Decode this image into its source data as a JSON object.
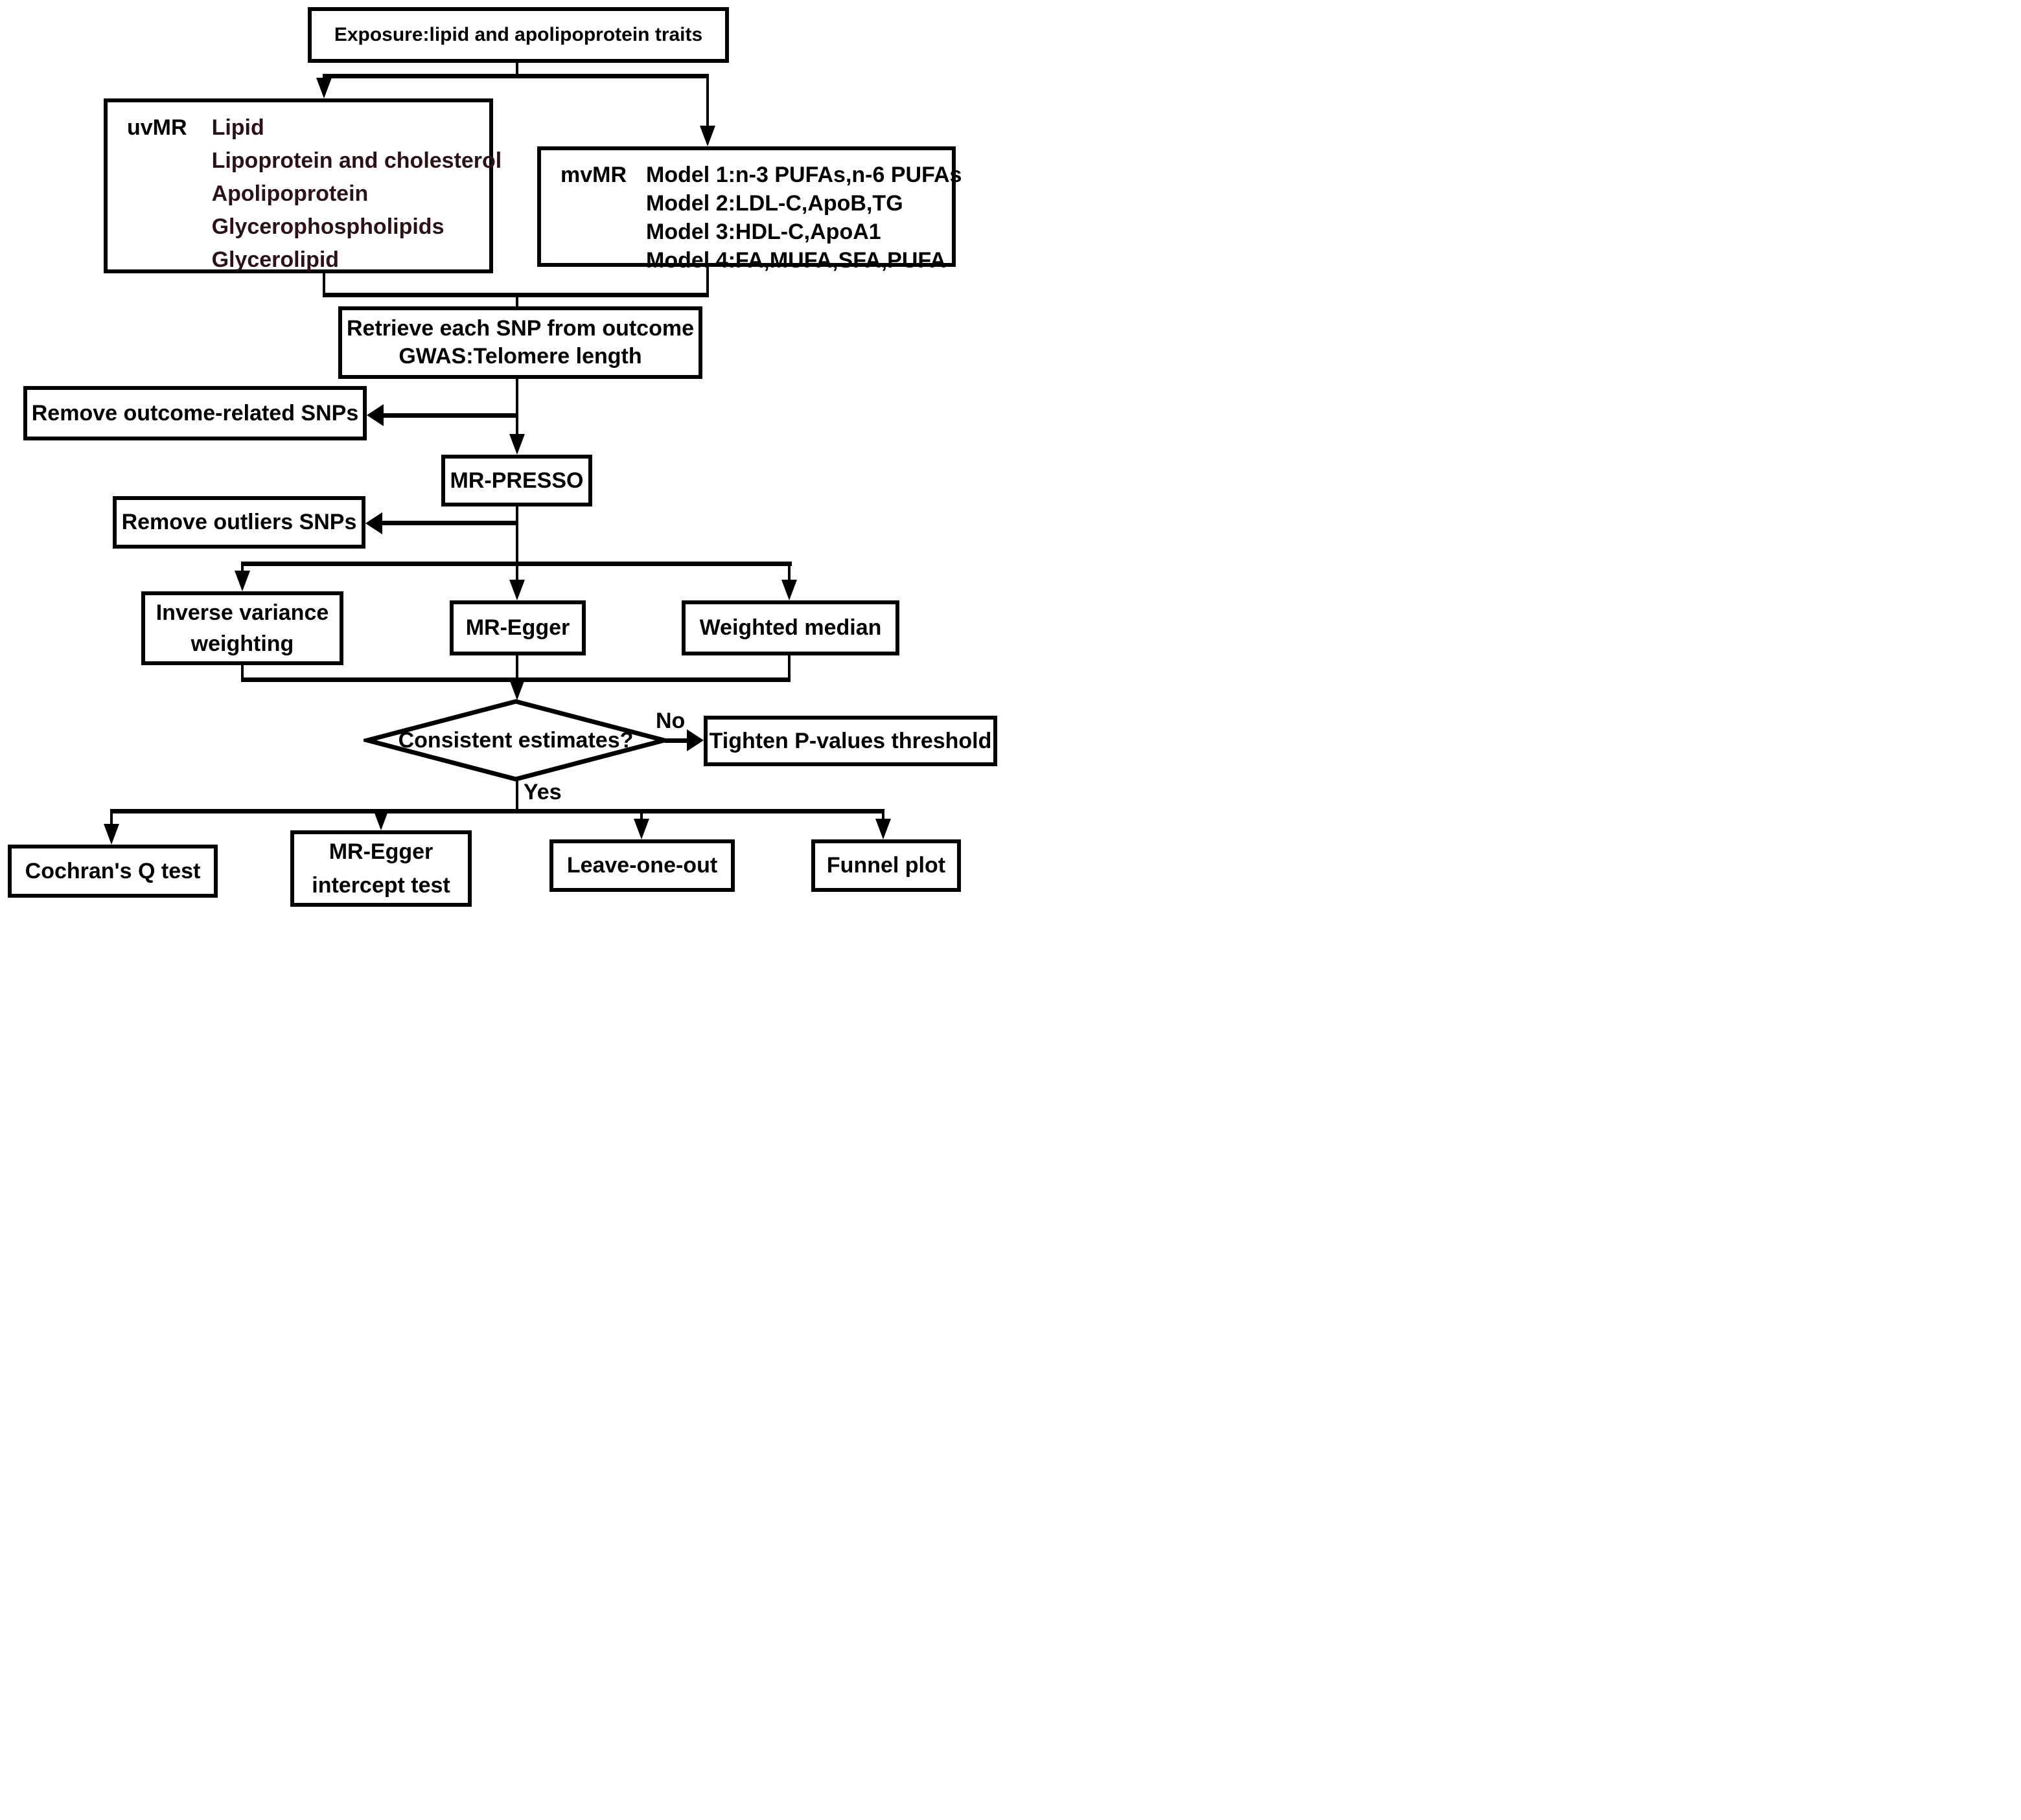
{
  "nodes": {
    "exposure": {
      "label": "Exposure:lipid and apolipoprotein traits"
    },
    "uvmr": {
      "label": "uvMR",
      "items": [
        "Lipid",
        "Lipoprotein and cholesterol",
        "Apolipoprotein",
        "Glycerophospholipids",
        "Glycerolipid"
      ]
    },
    "mvmr": {
      "label": "mvMR",
      "items": [
        "Model 1:n-3 PUFAs,n-6 PUFAs",
        "Model 2:LDL-C,ApoB,TG",
        "Model 3:HDL-C,ApoA1",
        "Model 4:FA,MUFA,SFA,PUFA"
      ]
    },
    "retrieve": {
      "line1": "Retrieve each SNP from outcome",
      "line2": "GWAS:Telomere length"
    },
    "remove_outcome": {
      "label": "Remove outcome-related SNPs"
    },
    "mr_presso": {
      "label": "MR-PRESSO"
    },
    "remove_outliers": {
      "label": "Remove outliers SNPs"
    },
    "ivw": {
      "line1": "Inverse variance",
      "line2": "weighting"
    },
    "mr_egger": {
      "label": "MR-Egger"
    },
    "weighted_median": {
      "label": "Weighted median"
    },
    "decision": {
      "label": "Consistent estimates?"
    },
    "tighten": {
      "label": "Tighten P-values threshold"
    },
    "cochran": {
      "label": "Cochran's Q test"
    },
    "egger_intercept": {
      "line1": "MR-Egger",
      "line2": "intercept test"
    },
    "leave_one_out": {
      "label": "Leave-one-out"
    },
    "funnel": {
      "label": "Funnel plot"
    }
  },
  "edge_labels": {
    "no": "No",
    "yes": "Yes"
  },
  "colors": {
    "line": "#000000",
    "box_background": "#ffffff",
    "text": "#000000",
    "uvmr_item_text": "#2a1216"
  }
}
